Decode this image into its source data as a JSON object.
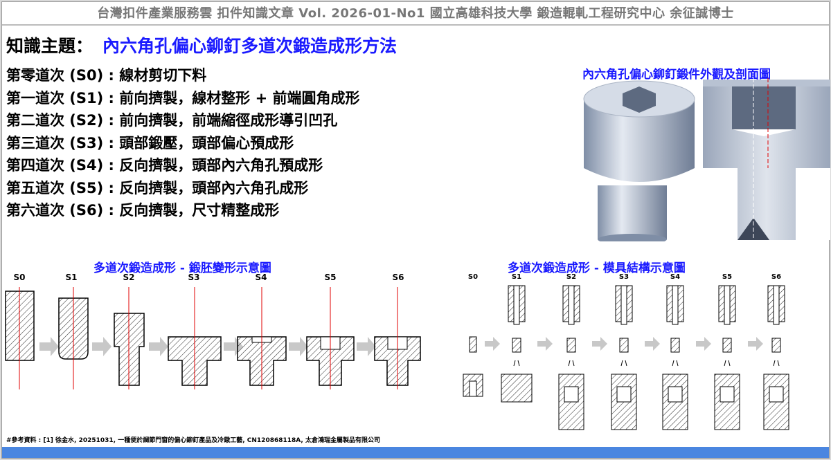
{
  "header": {
    "title": "台灣扣件產業服務雲  扣件知識文章  Vol. 2026-01-No1  國立高雄科技大學  鍛造輥軋工程研究中心  余征誠博士"
  },
  "topic": {
    "label": "知識主題：",
    "value": "內六角孔偏心鉚釘多道次鍛造成形方法"
  },
  "steps": [
    "第零道次 (S0) : 線材剪切下料",
    "第一道次 (S1) : 前向擠製，線材整形 + 前端圓角成形",
    "第二道次 (S2) : 前向擠製，前端縮徑成形導引凹孔",
    "第三道次 (S3) : 頭部鍛壓，頭部偏心預成形",
    "第四道次 (S4) : 反向擠製，頭部內六角孔預成形",
    "第五道次 (S5) : 反向擠製，頭部內六角孔成形",
    "第六道次 (S6) : 反向擠製，尺寸精整成形"
  ],
  "image_caption": "內六角孔偏心鉚釘鍛件外觀及剖面圖",
  "left_diagram": {
    "title": "多道次鍛造成形 - 鍛胚變形示意圖",
    "stages": [
      "S0",
      "S1",
      "S2",
      "S3",
      "S4",
      "S5",
      "S6"
    ]
  },
  "right_diagram": {
    "title": "多道次鍛造成形 - 模具結構示意圖",
    "stages": [
      "S0",
      "S1",
      "S2",
      "S3",
      "S4",
      "S5",
      "S6"
    ]
  },
  "reference": "#參考資料 : [1] 徐金水, 20251031, 一種便於調節門窗的偏心鉚釘產品及冷鐓工藝, CN120868118A, 太倉鴻瑞金屬製品有限公司",
  "colors": {
    "accent": "#1a1aff",
    "footer_bar": "#4a86e0",
    "centerline": "#e00000"
  }
}
